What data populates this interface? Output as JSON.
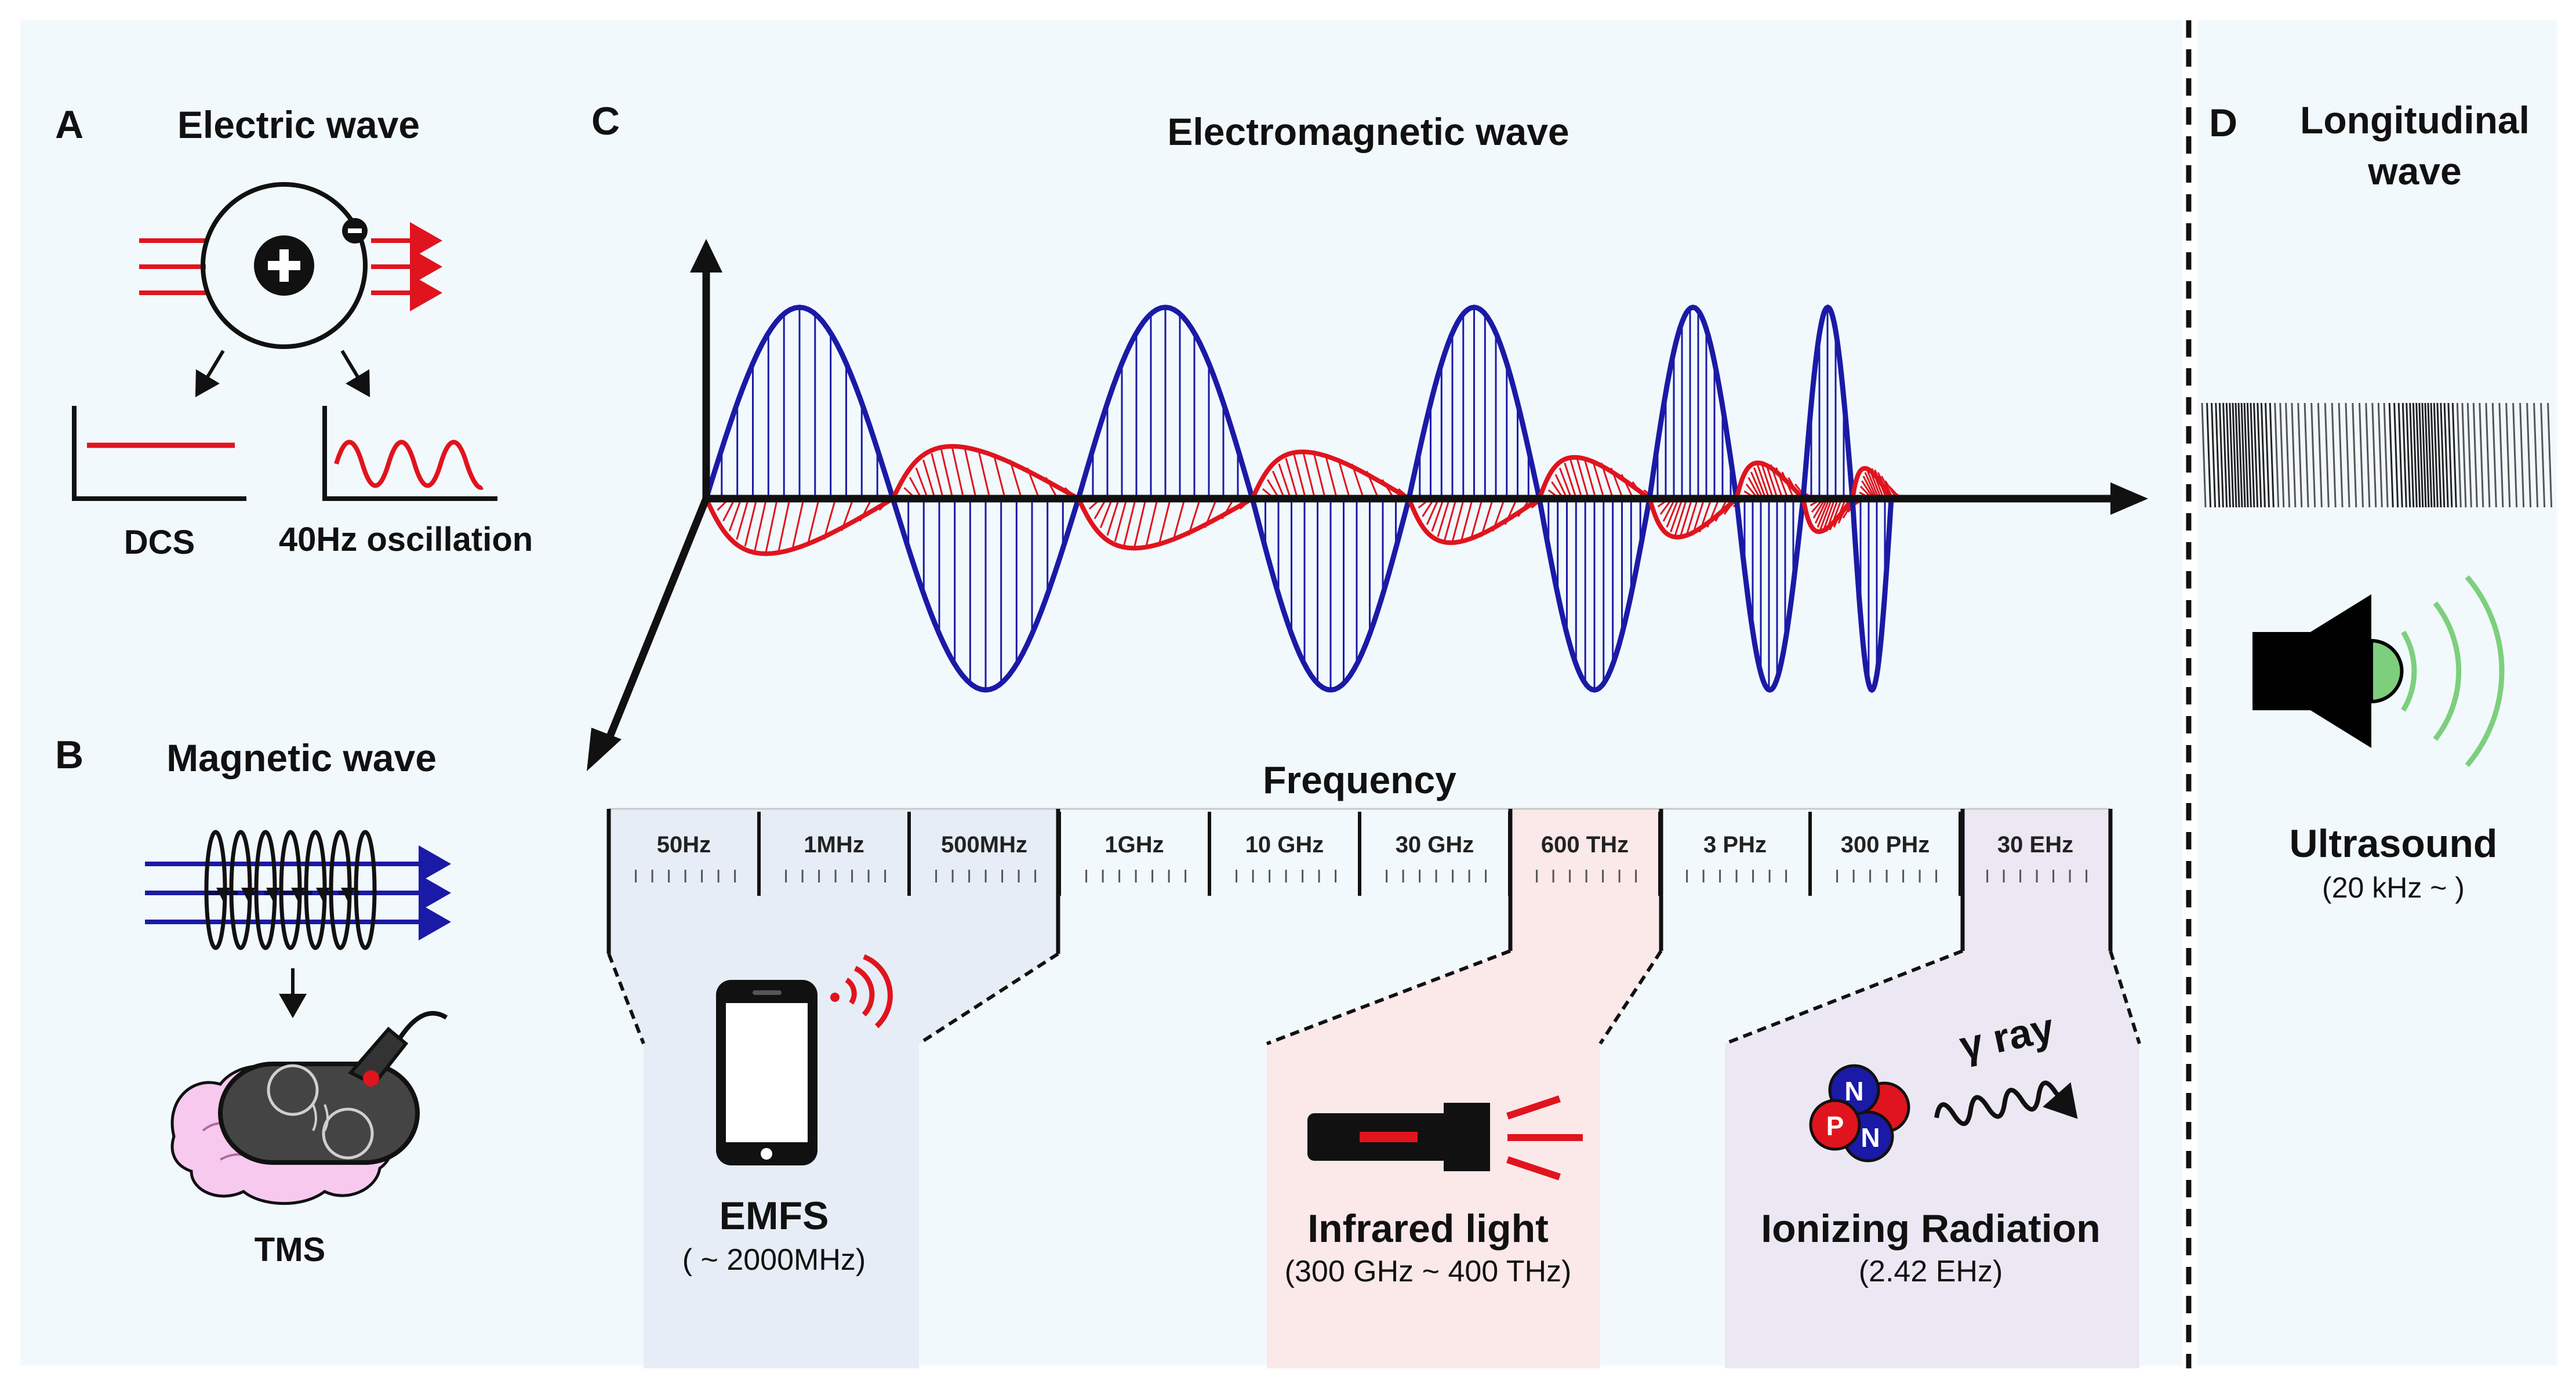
{
  "colors": {
    "panel_bg": "#f2f9fd",
    "blue_wave": "#1a1aa6",
    "red_wave": "#e0141e",
    "emfs_bg": "#e6edf6",
    "infrared_bg": "#fbe8e8",
    "ionizing_bg": "#ece8f3",
    "speaker_green": "#7dcf7d",
    "brain_pink": "#f7c9ef"
  },
  "panel_a": {
    "letter": "A",
    "title": "Electric wave",
    "label_dcs": "DCS",
    "label_osc": "40Hz oscillation"
  },
  "panel_b": {
    "letter": "B",
    "title": "Magnetic wave",
    "label_tms": "TMS"
  },
  "panel_c": {
    "letter": "C",
    "title": "Electromagnetic wave",
    "frequency_label": "Frequency",
    "freq_ticks": [
      "50Hz",
      "1MHz",
      "500MHz",
      "1GHz",
      "10 GHz",
      "30 GHz",
      "600 THz",
      "3 PHz",
      "300 PHz",
      "30 EHz"
    ],
    "emfs": {
      "name": "EMFS",
      "range": "( ~ 2000MHz)"
    },
    "infrared": {
      "name": "Infrared light",
      "range": "(300 GHz ~ 400 THz)"
    },
    "ionizing": {
      "name": "Ionizing Radiation",
      "range": "(2.42 EHz)",
      "gamma": "γ ray",
      "nucleon_p": "P",
      "nucleon_n": "N"
    }
  },
  "panel_d": {
    "letter": "D",
    "title_line1": "Longitudinal",
    "title_line2": "wave",
    "name": "Ultrasound",
    "range": "(20 kHz ~ )"
  }
}
